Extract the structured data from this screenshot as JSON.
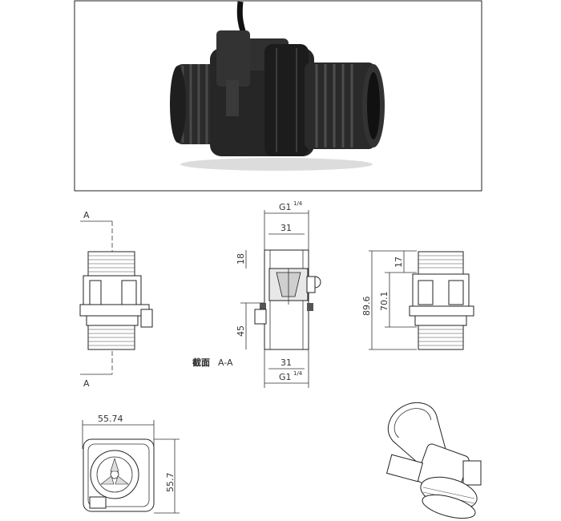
{
  "photo": {
    "description_icon": "flow-sensor-photo"
  },
  "front_view": {
    "section_mark_top": "A",
    "section_mark_bottom": "A"
  },
  "section_view": {
    "top_thread": "G1",
    "top_thread_frac": "1/4",
    "top_inner": "31",
    "upper_len": "18",
    "lower_len": "45",
    "bottom_inner": "31",
    "bottom_thread": "G1",
    "bottom_thread_frac": "1/4",
    "caption_cn": "截面",
    "caption_ref": "A-A"
  },
  "side_view": {
    "total_len": "89.6",
    "body_len": "70.1",
    "top_offset": "17"
  },
  "bottom_view": {
    "width": "55.74",
    "height": "55.7"
  }
}
